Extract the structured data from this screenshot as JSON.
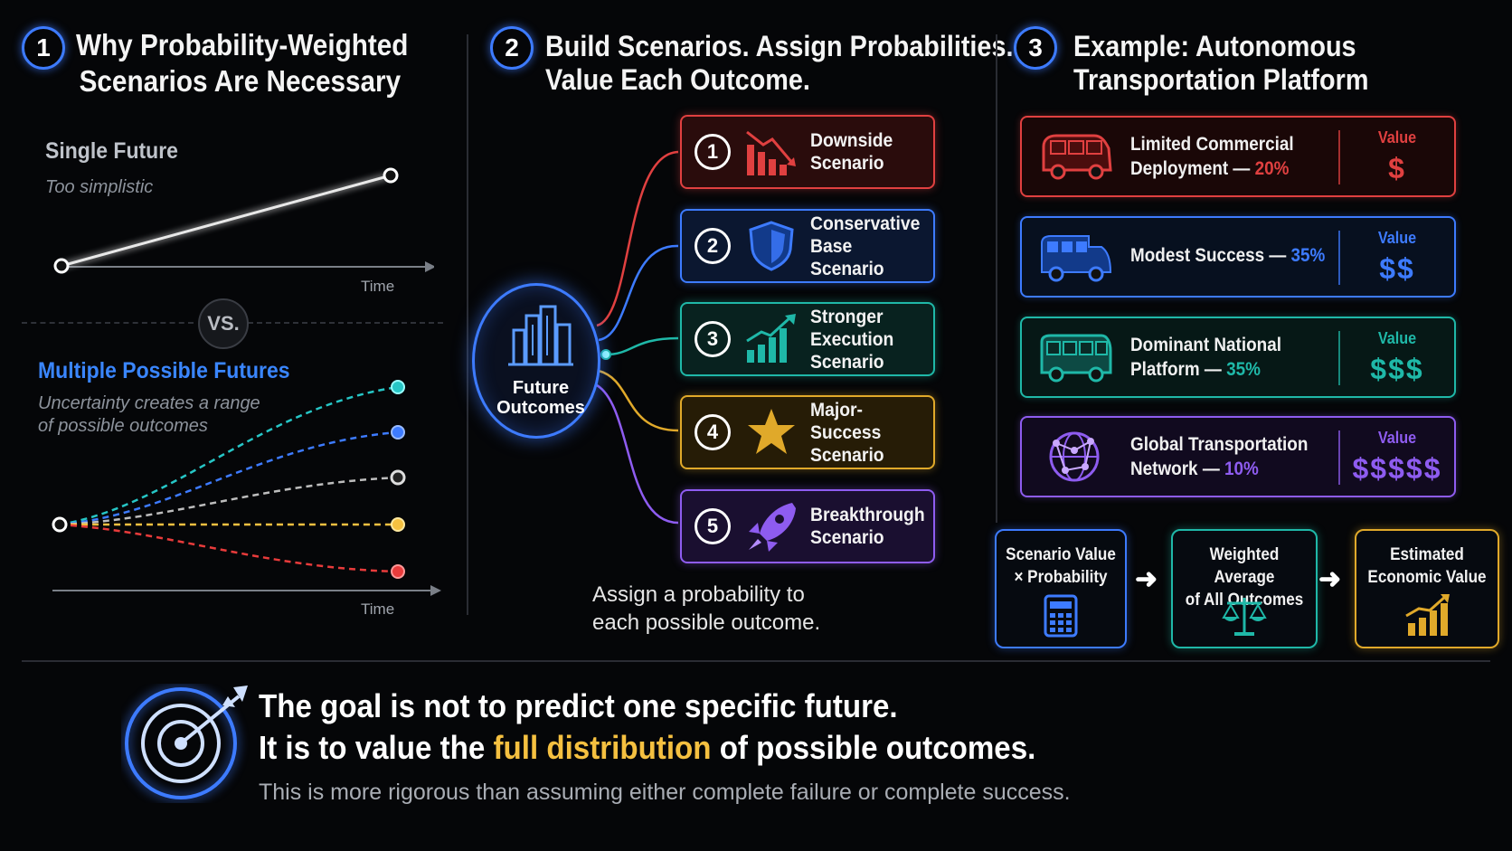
{
  "section1": {
    "num": "1",
    "title_line1": "Why Probability-Weighted",
    "title_line2": "Scenarios Are Necessary",
    "single_label": "Single Future",
    "single_sub": "Too simplistic",
    "time_label": "Time",
    "vs_label": "VS.",
    "multi_label": "Multiple Possible Futures",
    "multi_sub_line1": "Uncertainty creates a range",
    "multi_sub_line2": "of possible outcomes",
    "colors": {
      "multi": "#3a86ff",
      "teal": "#26c6c6",
      "blue": "#3d7bff",
      "gray": "#bdbdbd",
      "yellow": "#f5c040",
      "red": "#e83b3b"
    }
  },
  "section2": {
    "num": "2",
    "title_line1": "Build Scenarios. Assign Probabilities.",
    "title_line2": "Value Each Outcome.",
    "hub_label": "Future\nOutcomes",
    "scenarios": [
      {
        "num": "1",
        "label": "Downside\nScenario",
        "icon": "declining-bars-icon",
        "color": "#e04040",
        "bg": "#2a0c0c"
      },
      {
        "num": "2",
        "label": "Conservative\nBase Scenario",
        "icon": "shield-icon",
        "color": "#3d7bff",
        "bg": "#0b1730"
      },
      {
        "num": "3",
        "label": "Stronger\nExecution\nScenario",
        "icon": "rising-bars-icon",
        "color": "#1fb8a8",
        "bg": "#08221f"
      },
      {
        "num": "4",
        "label": "Major-Success\nScenario",
        "icon": "star-icon",
        "color": "#e0a92a",
        "bg": "#261c06"
      },
      {
        "num": "5",
        "label": "Breakthrough\nScenario",
        "icon": "rocket-icon",
        "color": "#8e5cf0",
        "bg": "#1a0f30"
      }
    ],
    "assign_text": "Assign a probability to\neach possible outcome."
  },
  "section3": {
    "num": "3",
    "title_line1": "Example: Autonomous",
    "title_line2": "Transportation Platform",
    "value_label": "Value",
    "cards": [
      {
        "line1": "Limited Commercial",
        "line2_prefix": "Deployment — ",
        "pct": "20%",
        "dollars": "$",
        "icon": "van-icon",
        "color": "#e04040",
        "bg": "#1a0707"
      },
      {
        "line1": "",
        "line2_prefix": "Modest Success — ",
        "pct": "35%",
        "dollars": "$$",
        "icon": "shuttle-icon",
        "color": "#3d7bff",
        "bg": "#07101f"
      },
      {
        "line1": "Dominant National",
        "line2_prefix": "Platform — ",
        "pct": "35%",
        "dollars": "$$$",
        "icon": "bus-icon",
        "color": "#1fb8a8",
        "bg": "#061816"
      },
      {
        "line1": "Global Transportation",
        "line2_prefix": "Network — ",
        "pct": "10%",
        "dollars": "$$$$$",
        "icon": "network-globe-icon",
        "color": "#8e5cf0",
        "bg": "#110a1f"
      }
    ],
    "flow": [
      {
        "label": "Scenario Value\n× Probability",
        "icon": "calculator-icon",
        "color": "#3d7bff"
      },
      {
        "label": "Weighted Average\nof All Outcomes",
        "icon": "scale-icon",
        "color": "#1fb8a8"
      },
      {
        "label": "Estimated\nEconomic Value",
        "icon": "growth-chart-icon",
        "color": "#e0a92a"
      }
    ]
  },
  "bottom": {
    "goal_line1": "The goal is not to predict one specific future.",
    "goal_line2_prefix": "It is to value the ",
    "goal_line2_highlight": "full distribution",
    "goal_line2_suffix": " of possible outcomes.",
    "goal_note": "This is more rigorous than assuming either complete failure or complete success.",
    "icon": "target-arrow-icon"
  }
}
